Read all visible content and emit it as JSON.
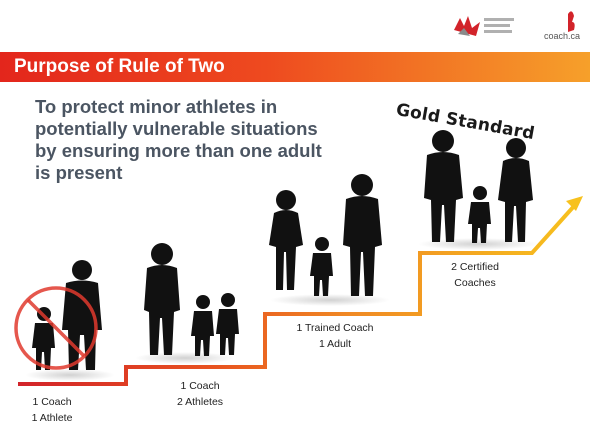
{
  "title": "Purpose of Rule of Two",
  "subtitle": "To protect minor athletes in potentially vulnerable situations by ensuring more than one adult is present",
  "gold_label": "Gold Standard",
  "logos": [
    {
      "name": "coaching-association-logo"
    },
    {
      "name": "coach-ca-logo",
      "text": "coach.ca"
    }
  ],
  "steps": [
    {
      "line1": "1 Coach",
      "line2": "1 Athlete"
    },
    {
      "line1": "1 Coach",
      "line2": "2 Athletes"
    },
    {
      "line1": "1 Trained Coach",
      "line2": "1 Adult"
    },
    {
      "line1": "2 Certified",
      "line2": "Coaches"
    }
  ],
  "colors": {
    "title_bar_start": "#e3261c",
    "title_bar_end": "#f6a02a",
    "subtitle_text": "#4b5562",
    "step_red": "#d2232a",
    "step_orange": "#f08a24",
    "step_yellow": "#f7c11e",
    "prohibition": "#e03a2e"
  }
}
